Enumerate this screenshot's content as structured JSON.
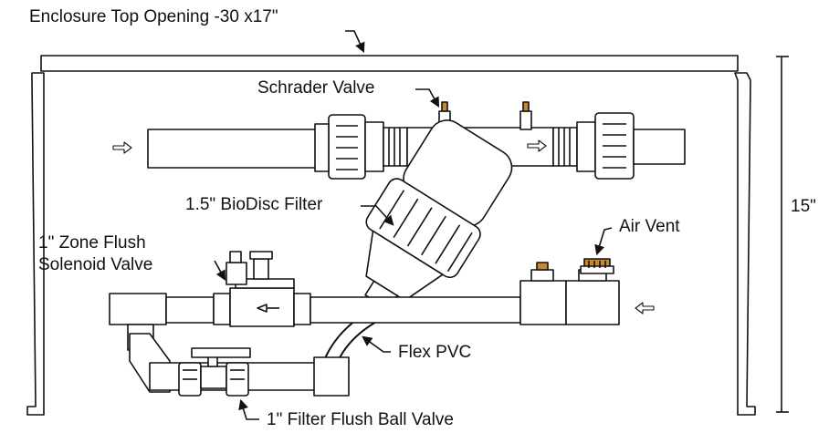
{
  "labels": {
    "enclosure": "Enclosure Top Opening -30 x17\"",
    "schrader": "Schrader Valve",
    "biodisc": "1.5\" BioDisc Filter",
    "zone_flush_line1": "1\" Zone Flush",
    "zone_flush_line2": "Solenoid Valve",
    "air_vent": "Air Vent",
    "flex_pvc": "Flex PVC",
    "ball_valve": "1\" Filter Flush Ball Valve",
    "height": "15\""
  },
  "colors": {
    "line": "#111111",
    "fill": "#ffffff",
    "accent": "#c8872a"
  }
}
